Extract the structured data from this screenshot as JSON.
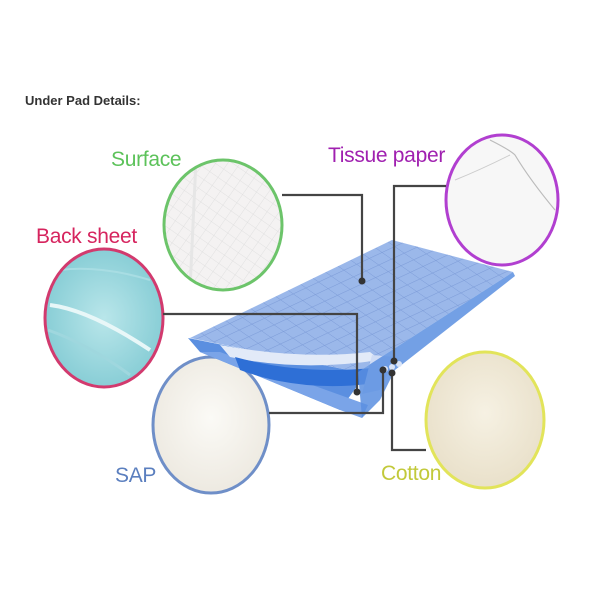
{
  "heading": "Under Pad Details:",
  "labels": {
    "surface": {
      "text": "Surface",
      "color": "#5cc25a"
    },
    "tissue_paper": {
      "text": "Tissue paper",
      "color": "#a020b0"
    },
    "back_sheet": {
      "text": "Back sheet",
      "color": "#d6245e"
    },
    "sap": {
      "text": "SAP",
      "color": "#5b7fbf"
    },
    "cotton": {
      "text": "Cotton",
      "color": "#c2c93a"
    }
  },
  "colors": {
    "surface_ring": "#6cc46a",
    "tissue_ring": "#b13fd0",
    "back_ring": "#d23a6e",
    "sap_ring": "#6f8fc8",
    "cotton_ring": "#e2e45a",
    "pad": "#8fb0e6",
    "pad_dark": "#4f86d8",
    "leader": "#444444"
  }
}
